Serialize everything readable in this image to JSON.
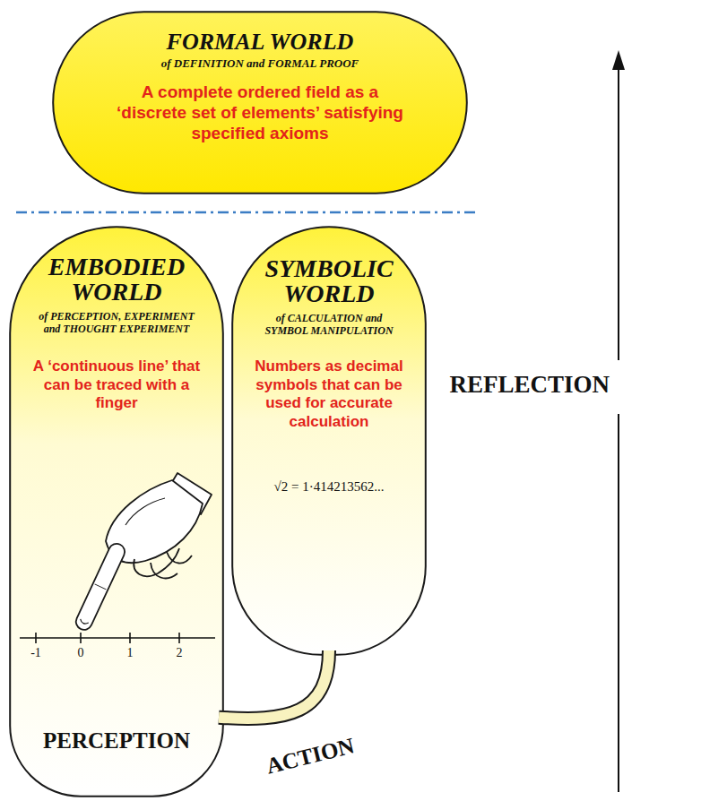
{
  "diagram": {
    "nodes": [
      {
        "text": [
          "FORMAL WORLD",
          "of DEFINITION and FORMAL PROOF",
          "A complete ordered field as a ‘discrete set of elements’ satisfying specified axioms"
        ]
      },
      {
        "text": [
          "EMBODIED WORLD",
          "of PERCEPTION, EXPERIMENT and THOUGHT EXPERIMENT",
          "A ‘continuous line’ that can be traced with a finger",
          "PERCEPTION"
        ]
      },
      {
        "text": [
          "SYMBOLIC WORLD",
          "of CALCULATION and SYMBOL MANIPULATION",
          "Numbers as decimal symbols that can be used for accurate calculation",
          "√2 = 1·414213562..."
        ]
      }
    ],
    "edges": [
      {
        "from": 1,
        "to": 2,
        "arrow": "none",
        "label": "ACTION"
      }
    ],
    "labels": [
      "-1",
      "0",
      "1",
      "2",
      "REFLECTION"
    ]
  }
}
